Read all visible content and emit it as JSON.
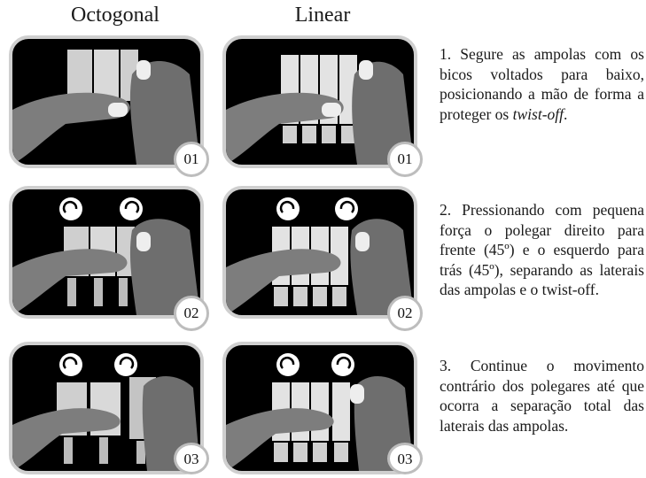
{
  "columns": {
    "octogonal": "Octogonal",
    "linear": "Linear"
  },
  "badges": {
    "row1": "01",
    "row2": "02",
    "row3": "03"
  },
  "steps": [
    {
      "text_before": "1. Segure as ampolas com os bicos voltados para baixo, posicionando a mão de forma a proteger os ",
      "emphasis": "twist-off",
      "text_after": "."
    },
    {
      "text": "2. Pressionando com pequena força o polegar direito para frente (45º) e o esquerdo para trás (45º), separando as laterais das ampolas e o twist-off."
    },
    {
      "text": "3. Continue o movimento contrário dos polegares até que ocorra a separação total das laterais das ampolas."
    }
  ],
  "icons": [
    "rotate-forward-icon",
    "rotate-backward-icon"
  ],
  "colors": {
    "panel_bg": "#000000",
    "panel_border": "#cfcfcf",
    "hand": "#7d7d7d",
    "ampoule": "#d8d8d8",
    "badge_border": "#bdbdbd"
  }
}
